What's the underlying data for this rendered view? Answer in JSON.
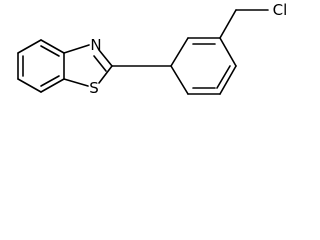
{
  "molecule": {
    "atoms": {
      "nitrogen": "N",
      "sulfur": "S",
      "chlorine": "Cl"
    },
    "colors": {
      "bond": "#000000",
      "label": "#000000",
      "background": "#ffffff"
    }
  }
}
